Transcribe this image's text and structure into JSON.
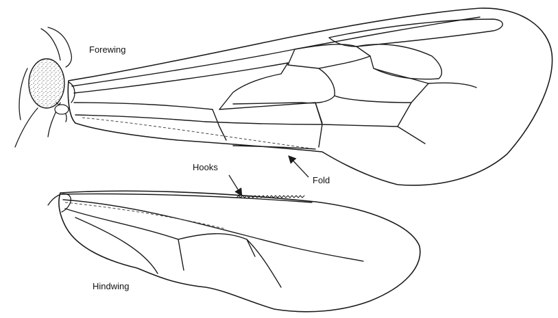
{
  "labels": {
    "forewing": "Forewing",
    "hindwing": "Hindwing",
    "hooks": "Hooks",
    "fold": "Fold"
  },
  "colors": {
    "ink": "#1a1a1a",
    "background": "#ffffff"
  }
}
